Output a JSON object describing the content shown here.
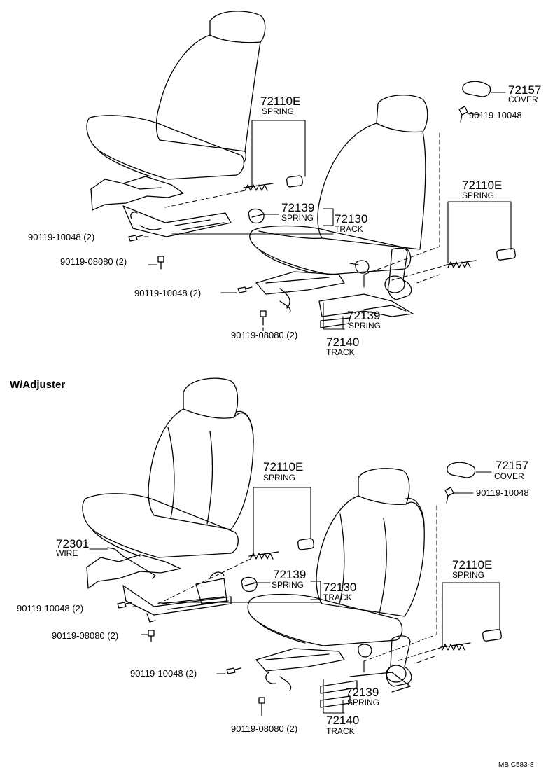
{
  "section_title": "W/Adjuster",
  "diagram_code": "MB  C583-8",
  "top": {
    "spring_front": {
      "number": "72110E",
      "name": "SPRING"
    },
    "spring_rear": {
      "number": "72110E",
      "name": "SPRING"
    },
    "cover": {
      "number": "72157",
      "name": "COVER"
    },
    "cover_bolt": "90119-10048",
    "spring_small_left": {
      "number": "72139",
      "name": "SPRING"
    },
    "track_left": {
      "number": "72130",
      "name": "TRACK"
    },
    "spring_small_right": {
      "number": "72139",
      "name": "SPRING"
    },
    "track_right": {
      "number": "72140",
      "name": "TRACK"
    },
    "bolt_left_upper": "90119-10048 (2)",
    "bolt_left_lower": "90119-08080 (2)",
    "bolt_right_upper": "90119-10048 (2)",
    "bolt_right_lower": "90119-08080 (2)"
  },
  "bottom": {
    "spring_front": {
      "number": "72110E",
      "name": "SPRING"
    },
    "spring_rear": {
      "number": "72110E",
      "name": "SPRING"
    },
    "cover": {
      "number": "72157",
      "name": "COVER"
    },
    "cover_bolt": "90119-10048",
    "wire": {
      "number": "72301",
      "name": "WIRE"
    },
    "spring_small_left": {
      "number": "72139",
      "name": "SPRING"
    },
    "track_left": {
      "number": "72130",
      "name": "TRACK"
    },
    "spring_small_right": {
      "number": "72139",
      "name": "SPRING"
    },
    "track_right": {
      "number": "72140",
      "name": "TRACK"
    },
    "bolt_left_upper": "90119-10048 (2)",
    "bolt_left_lower": "90119-08080 (2)",
    "bolt_right_upper": "90119-10048 (2)",
    "bolt_right_lower": "90119-08080 (2)"
  }
}
